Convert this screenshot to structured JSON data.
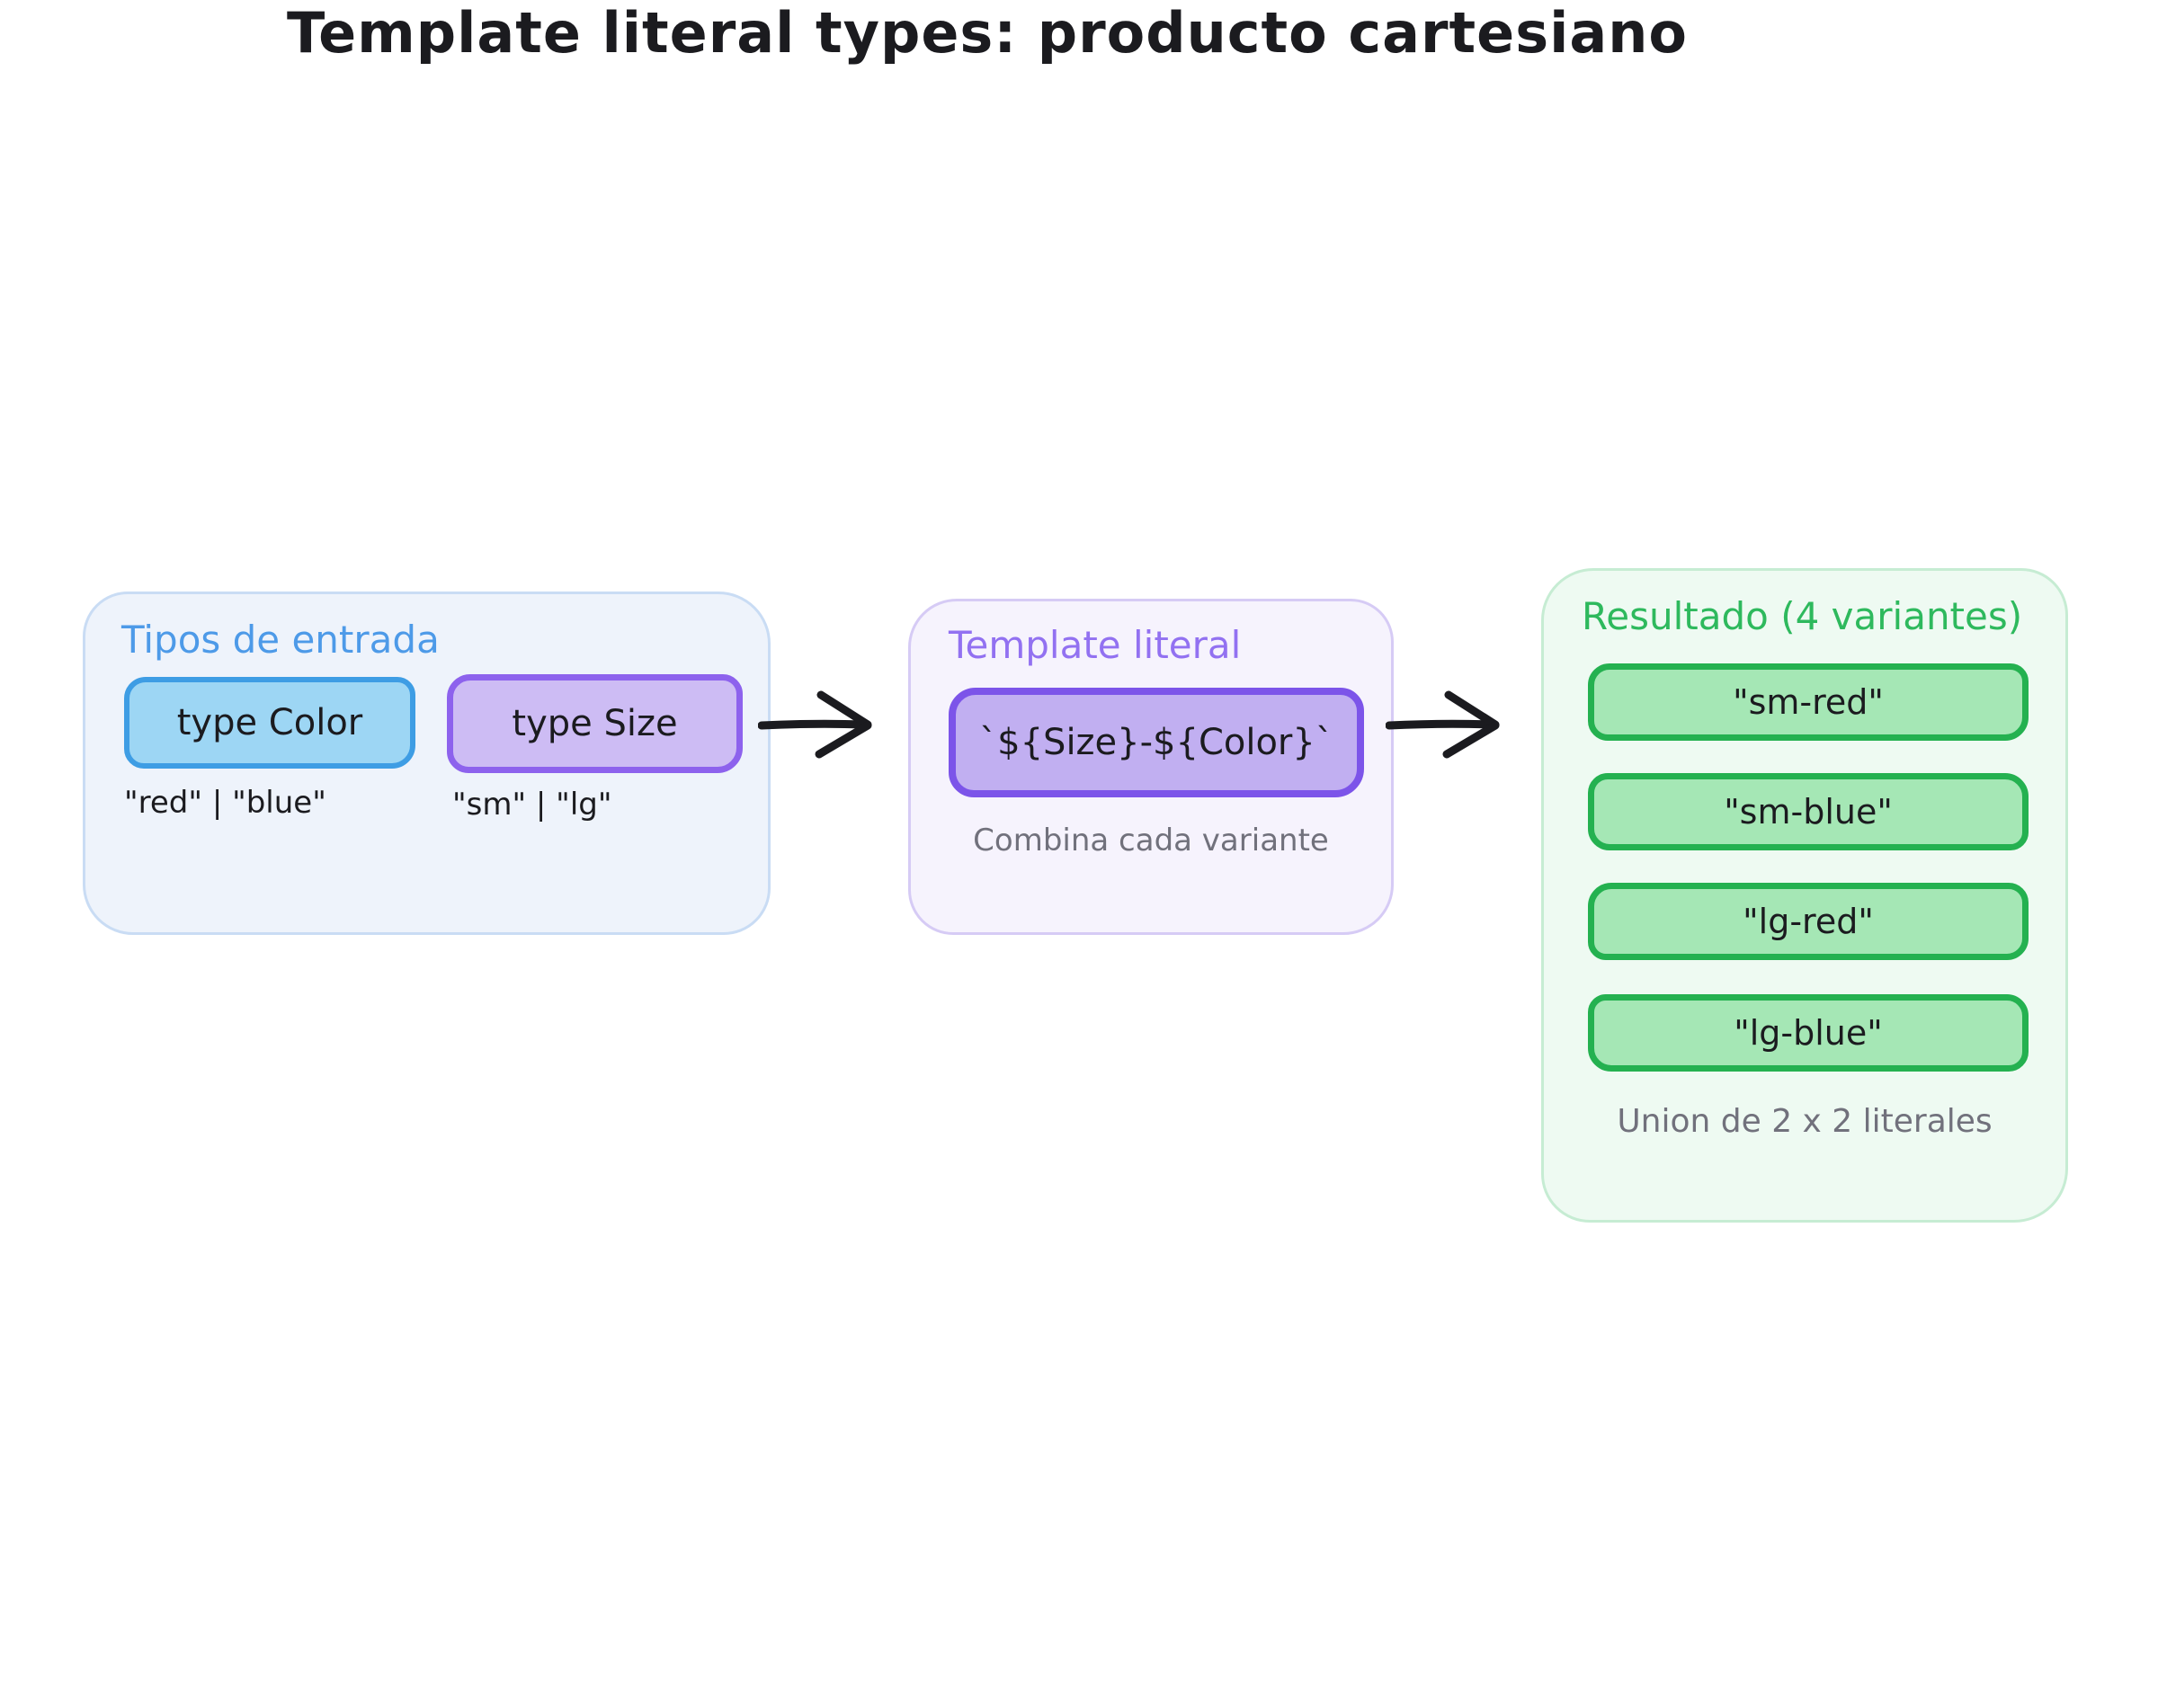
{
  "title": "Template literal types: producto cartesiano",
  "colors": {
    "ink": "#1b1b1f",
    "gray_caption": "#71717c",
    "blue_label": "#4d9ae8",
    "blue_fill": "#9dd6f4",
    "blue_border": "#3e9de4",
    "blue_panel_fill": "#eef3fb",
    "blue_panel_border": "#c9dcf4",
    "violet_label": "#9271f1",
    "violet_fill": "#cdbcf4",
    "violet_border": "#8d62ed",
    "violet_deep_fill": "#c1aff1",
    "violet_deep_border": "#7c54e9",
    "violet_panel_fill": "#f6f3fd",
    "violet_panel_border": "#d6cbf5",
    "green_label": "#2eb95d",
    "green_fill": "#a5e7b5",
    "green_border": "#24b150",
    "green_panel_fill": "#eefaf2",
    "green_panel_border": "#c6ecd3"
  },
  "input_group": {
    "label": "Tipos de entrada",
    "color_type": {
      "name": "type Color",
      "literal": "\"red\" | \"blue\""
    },
    "size_type": {
      "name": "type Size",
      "literal": "\"sm\" | \"lg\""
    }
  },
  "template_group": {
    "label": "Template literal",
    "expression": "`${Size}-${Color}`",
    "caption": "Combina cada variante"
  },
  "result_group": {
    "label": "Resultado (4 variantes)",
    "variants": [
      "\"sm-red\"",
      "\"sm-blue\"",
      "\"lg-red\"",
      "\"lg-blue\""
    ],
    "caption": "Union de 2 x 2 literales"
  }
}
